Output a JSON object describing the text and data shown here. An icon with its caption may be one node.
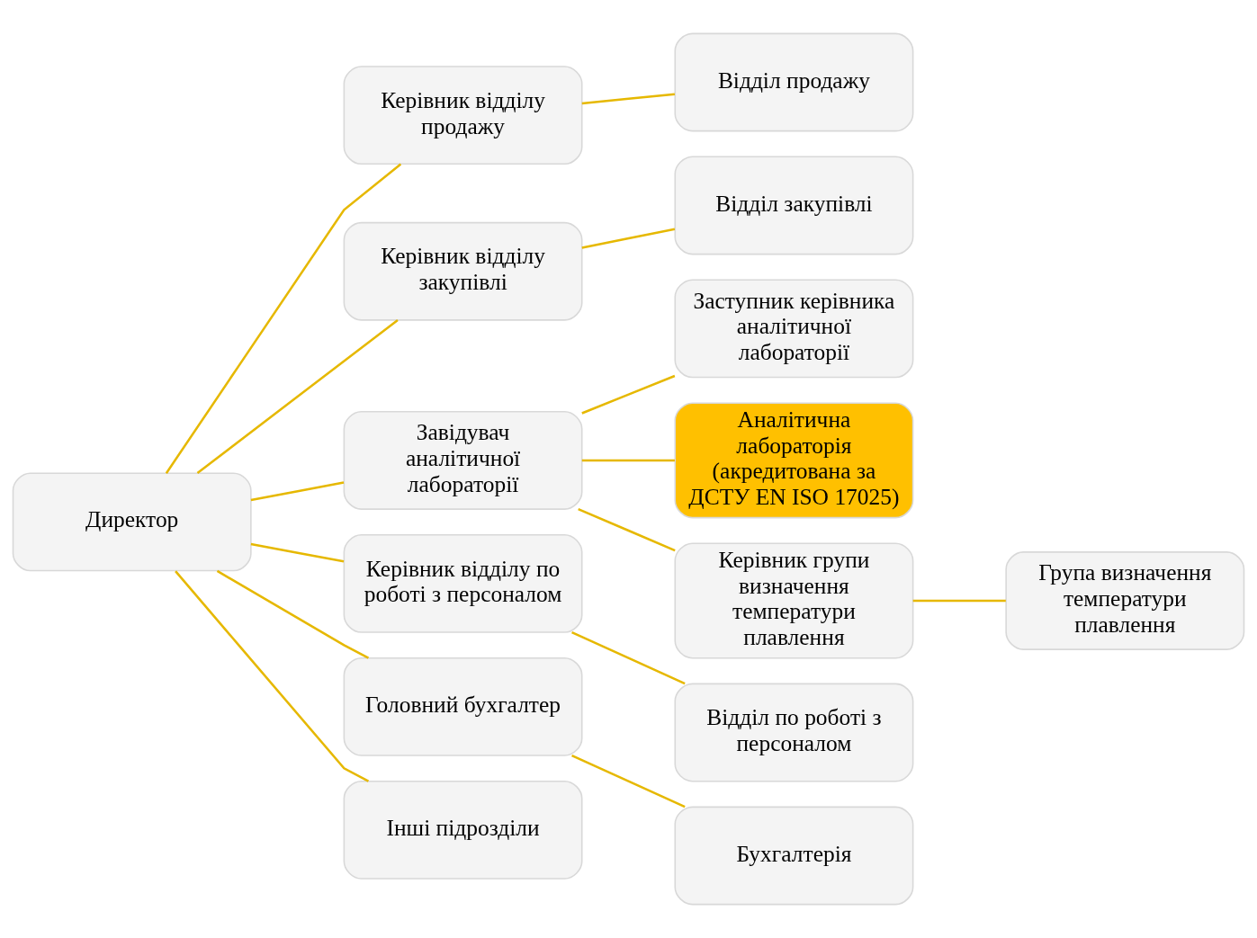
{
  "diagram": {
    "nodes": [
      {
        "text": [
          "Директор"
        ]
      },
      {
        "text": [
          "Керівник відділу продажу"
        ]
      },
      {
        "text": [
          "Керівник відділу закупівлі"
        ]
      },
      {
        "text": [
          "Завідувач аналітичної лабораторії"
        ]
      },
      {
        "text": [
          "Керівник відділу по роботі з персоналом"
        ]
      },
      {
        "text": [
          "Головний бухгалтер"
        ]
      },
      {
        "text": [
          "Інші підрозділи"
        ]
      },
      {
        "text": [
          "Відділ продажу"
        ]
      },
      {
        "text": [
          "Відділ закупівлі"
        ]
      },
      {
        "text": [
          "Заступник керівника аналітичної лабораторії"
        ]
      },
      {
        "text": [
          "Аналітична лабораторія (акредитована за ДСТУ EN ISO 17025)"
        ]
      },
      {
        "text": [
          "Керівник групи визначення температури плавлення"
        ]
      },
      {
        "text": [
          "Група визначення температури плавлення"
        ]
      },
      {
        "text": [
          "Відділ по роботі з персоналом"
        ]
      },
      {
        "text": [
          "Бухгалтерія"
        ]
      }
    ],
    "edges": [
      {
        "from": 0,
        "to": 1,
        "arrow": "none"
      },
      {
        "from": 0,
        "to": 2,
        "arrow": "none"
      },
      {
        "from": 0,
        "to": 3,
        "arrow": "none"
      },
      {
        "from": 0,
        "to": 4,
        "arrow": "none"
      },
      {
        "from": 0,
        "to": 5,
        "arrow": "none"
      },
      {
        "from": 0,
        "to": 6,
        "arrow": "none"
      },
      {
        "from": 1,
        "to": 7,
        "arrow": "none"
      },
      {
        "from": 2,
        "to": 8,
        "arrow": "none"
      },
      {
        "from": 3,
        "to": 9,
        "arrow": "none"
      },
      {
        "from": 3,
        "to": 10,
        "arrow": "none"
      },
      {
        "from": 3,
        "to": 11,
        "arrow": "none"
      },
      {
        "from": 11,
        "to": 12,
        "arrow": "none"
      },
      {
        "from": 4,
        "to": 13,
        "arrow": "none"
      },
      {
        "from": 5,
        "to": 14,
        "arrow": "none"
      }
    ]
  }
}
